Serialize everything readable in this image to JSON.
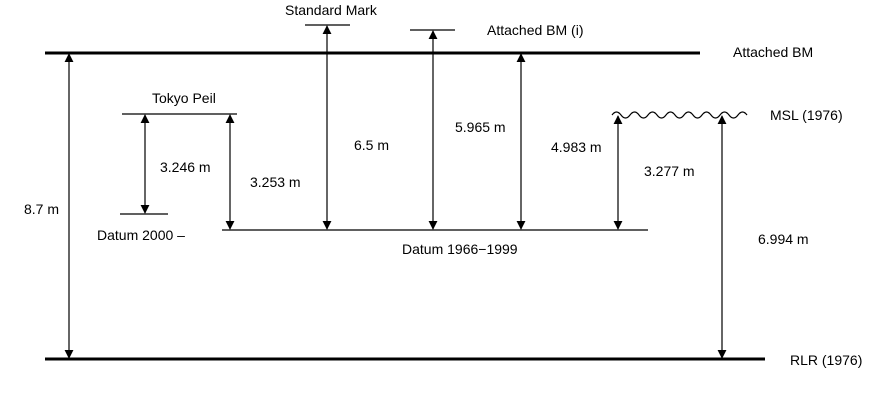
{
  "labels": {
    "standard_mark": "Standard Mark",
    "attached_bm_i": "Attached BM (i)",
    "attached_bm": "Attached BM",
    "tokyo_peil": "Tokyo Peil",
    "msl_1976": "MSL (1976)",
    "datum_2000": "Datum 2000 –",
    "datum_1966_1999": "Datum 1966−1999",
    "rlr_1976": "RLR (1976)"
  },
  "measurements": {
    "bm_to_rlr": "8.7 m",
    "tokyo_to_datum2000": "3.246 m",
    "tokyo_to_datum1966": "3.253 m",
    "standard_mark_to_datum1966": "6.5 m",
    "attached_bm_i_to_datum1966": "5.965 m",
    "attached_bm_to_datum1966": "4.983 m",
    "msl_to_datum1966": "3.277 m",
    "msl_to_rlr": "6.994 m"
  }
}
